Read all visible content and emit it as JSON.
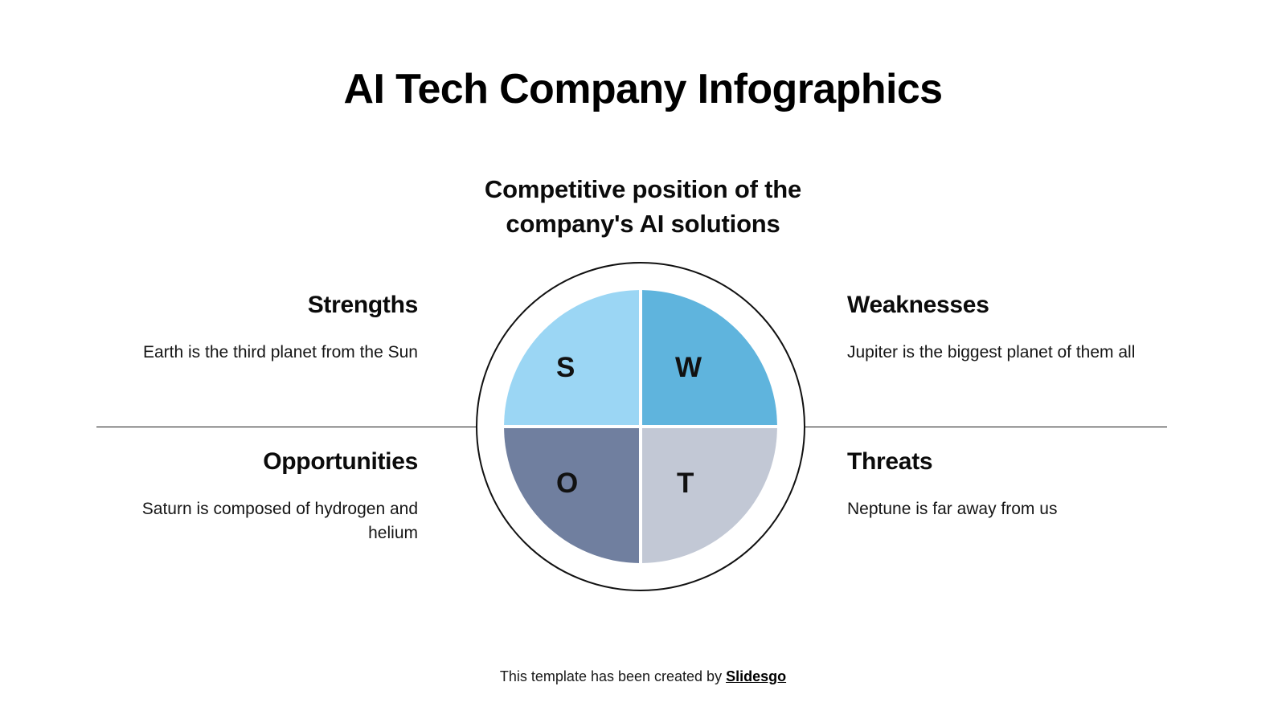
{
  "slide": {
    "title": "AI Tech Company Infographics",
    "subtitle": "Competitive position of the\ncompany's AI solutions",
    "subtitle_line1": "Competitive position of the",
    "subtitle_line2": "company's AI solutions"
  },
  "chart_data": {
    "type": "pie",
    "title": "Competitive position of the company's AI solutions",
    "subtype": "swot-quadrant-wheel",
    "legend_position": "outside-left-right",
    "slices": [
      {
        "label": "Strengths",
        "letter": "S",
        "value": 25,
        "color": "#9BD6F4",
        "position": "top-left"
      },
      {
        "label": "Weaknesses",
        "letter": "W",
        "value": 25,
        "color": "#5FB4DD",
        "position": "top-right"
      },
      {
        "label": "Opportunities",
        "letter": "O",
        "value": 25,
        "color": "#707F9F",
        "position": "bottom-left"
      },
      {
        "label": "Threats",
        "letter": "T",
        "value": 25,
        "color": "#C2C8D5",
        "position": "bottom-right"
      }
    ],
    "categories": [
      "Strengths",
      "Weaknesses",
      "Opportunities",
      "Threats"
    ],
    "values": [
      25,
      25,
      25,
      25
    ]
  },
  "quadrants": {
    "strengths": {
      "letter": "S",
      "heading": "Strengths",
      "body": "Earth is the third planet from the Sun",
      "color": "#9BD6F4"
    },
    "weaknesses": {
      "letter": "W",
      "heading": "Weaknesses",
      "body": "Jupiter is the biggest planet of them all",
      "color": "#5FB4DD"
    },
    "opportunities": {
      "letter": "O",
      "heading": "Opportunities",
      "body": "Saturn is composed of hydrogen and helium",
      "color": "#707F9F"
    },
    "threats": {
      "letter": "T",
      "heading": "Threats",
      "body": "Neptune is far away from us",
      "color": "#C2C8D5"
    }
  },
  "footer": {
    "text": "This template has been created by ",
    "brand": "Slidesgo"
  }
}
